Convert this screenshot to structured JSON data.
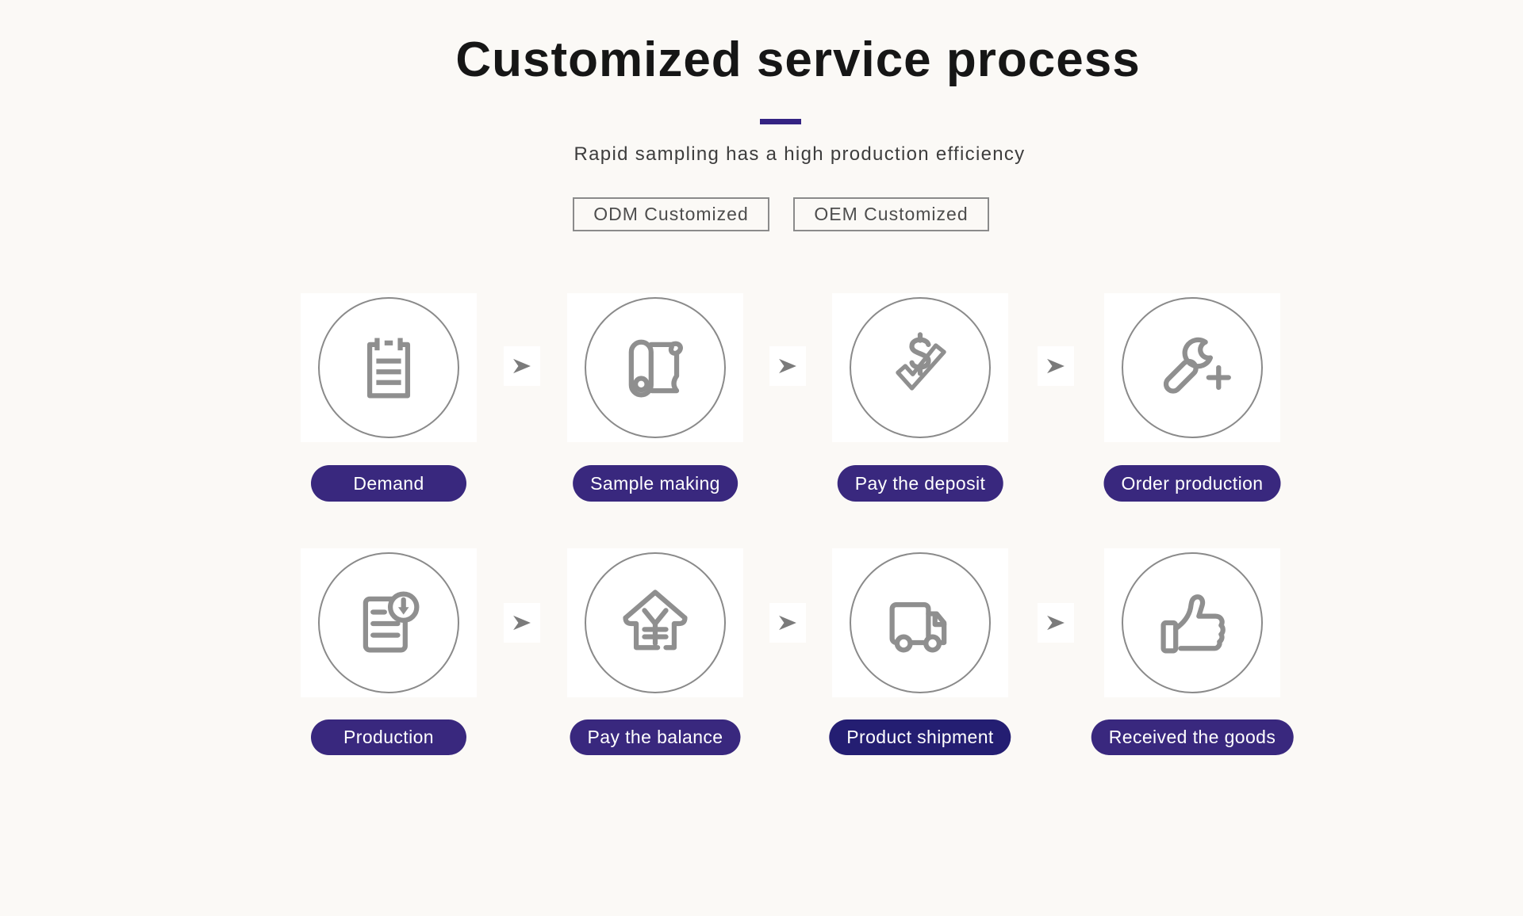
{
  "page": {
    "background": "#fbf9f6",
    "card_color": "#ffffff"
  },
  "header": {
    "title": "Customized service process",
    "divider_color": "#342383",
    "subtitle": "Rapid sampling has a high production efficiency",
    "tags": [
      {
        "label": "ODM Customized"
      },
      {
        "label": "OEM Customized"
      }
    ]
  },
  "process": {
    "circle_border_color": "#8a8a8a",
    "icon_color": "#8f8f8f",
    "arrow_color": "#7b7b7b",
    "default_pill_color": "#39287e",
    "rows": [
      {
        "steps": [
          {
            "label": "Demand",
            "icon": "clipboard-icon",
            "pill_color": "#39287e"
          },
          {
            "label": "Sample making",
            "icon": "blueprint-scroll-icon",
            "pill_color": "#39287e"
          },
          {
            "label": "Pay the deposit",
            "icon": "dollar-check-icon",
            "pill_color": "#39287e"
          },
          {
            "label": "Order production",
            "icon": "wrench-plus-icon",
            "pill_color": "#39287e"
          }
        ]
      },
      {
        "steps": [
          {
            "label": "Production",
            "icon": "document-download-icon",
            "pill_color": "#39287e"
          },
          {
            "label": "Pay the balance",
            "icon": "house-yen-icon",
            "pill_color": "#39287e"
          },
          {
            "label": "Product shipment",
            "icon": "truck-icon",
            "pill_color": "#241e72"
          },
          {
            "label": "Received the goods",
            "icon": "thumbs-up-icon",
            "pill_color": "#39287e"
          }
        ]
      }
    ]
  }
}
